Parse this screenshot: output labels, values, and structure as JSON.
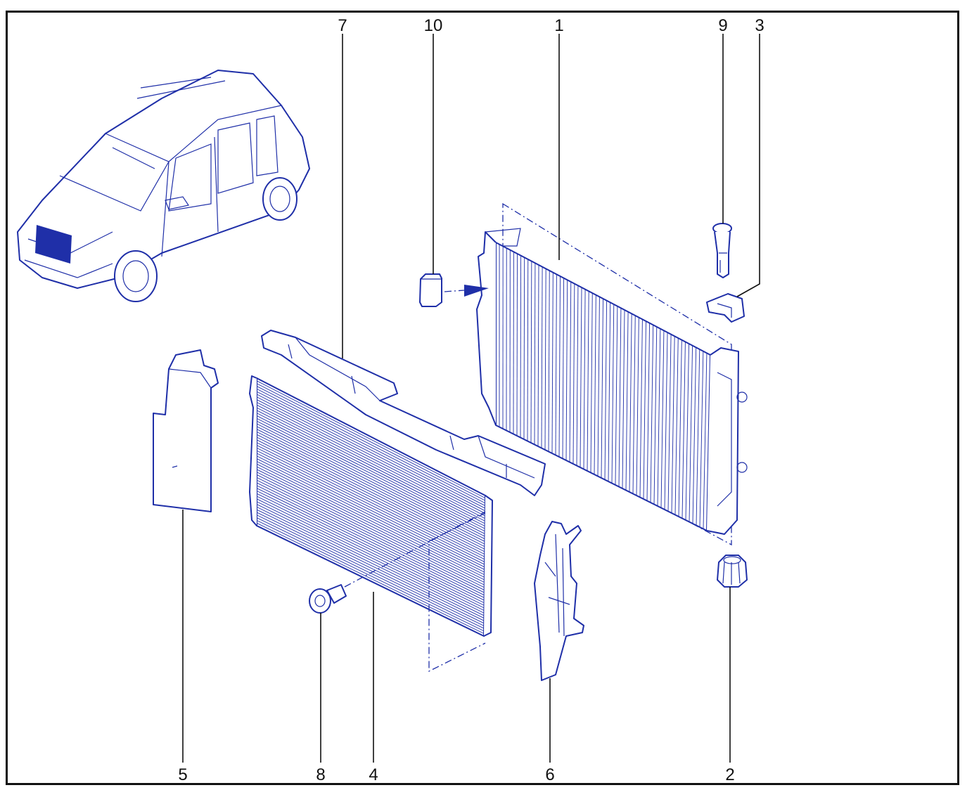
{
  "colors": {
    "line_art": "#1f2fa8",
    "text": "#111111",
    "frame": "#111111",
    "background": "#ffffff"
  },
  "callouts": [
    {
      "id": "1",
      "label": "1"
    },
    {
      "id": "2",
      "label": "2"
    },
    {
      "id": "3",
      "label": "3"
    },
    {
      "id": "4",
      "label": "4"
    },
    {
      "id": "5",
      "label": "5"
    },
    {
      "id": "6",
      "label": "6"
    },
    {
      "id": "7",
      "label": "7"
    },
    {
      "id": "8",
      "label": "8"
    },
    {
      "id": "9",
      "label": "9"
    },
    {
      "id": "10",
      "label": "10"
    }
  ]
}
